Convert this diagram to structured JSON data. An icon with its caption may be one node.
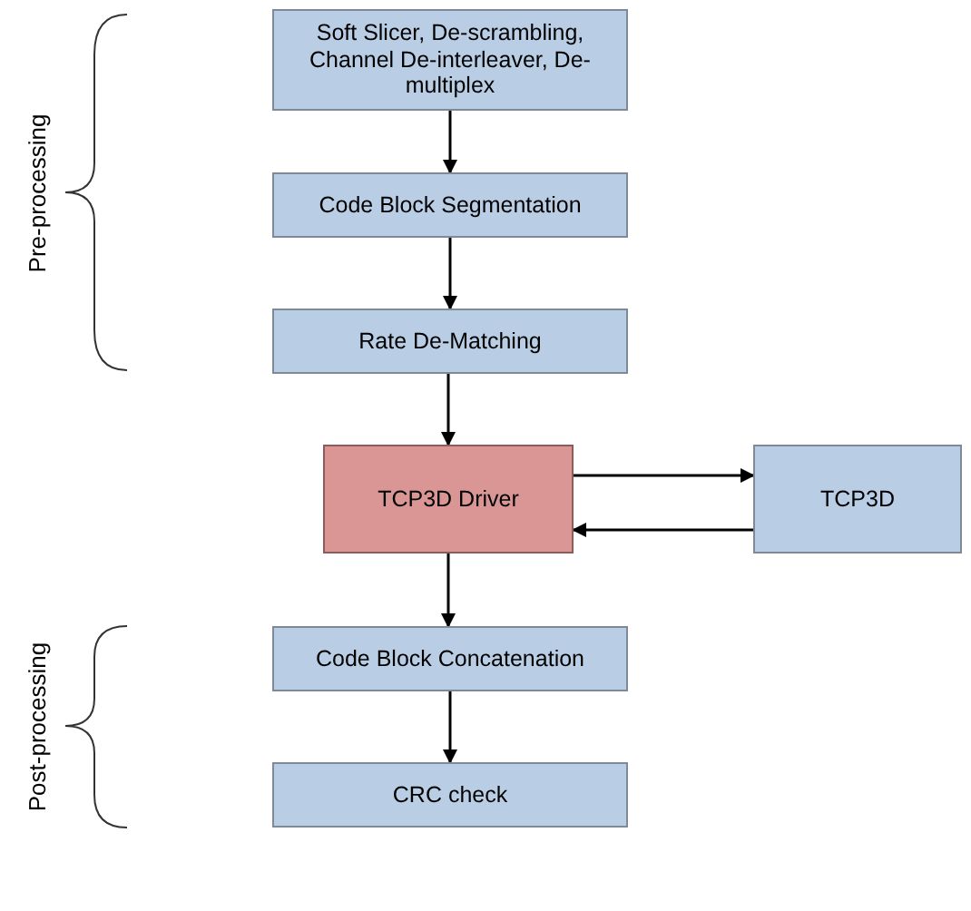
{
  "diagram": {
    "nodes": [
      {
        "text": [
          "Soft Slicer, De-scrambling, Channel De-interleaver, De-multiplex"
        ]
      },
      {
        "text": [
          "Code Block Segmentation"
        ]
      },
      {
        "text": [
          "Rate De-Matching"
        ]
      },
      {
        "text": [
          "TCP3D Driver"
        ]
      },
      {
        "text": [
          "TCP3D"
        ]
      },
      {
        "text": [
          "Code Block Concatenation"
        ]
      },
      {
        "text": [
          "CRC check"
        ]
      }
    ],
    "edges": [
      {
        "from": 0,
        "to": 1,
        "arrow": "to"
      },
      {
        "from": 1,
        "to": 2,
        "arrow": "to"
      },
      {
        "from": 2,
        "to": 3,
        "arrow": "to"
      },
      {
        "from": 3,
        "to": 4,
        "arrow": "to"
      },
      {
        "from": 4,
        "to": 3,
        "arrow": "to"
      },
      {
        "from": 3,
        "to": 5,
        "arrow": "to"
      },
      {
        "from": 5,
        "to": 6,
        "arrow": "to"
      }
    ],
    "labels": [
      "Pre-processing",
      "Post-processing"
    ]
  }
}
